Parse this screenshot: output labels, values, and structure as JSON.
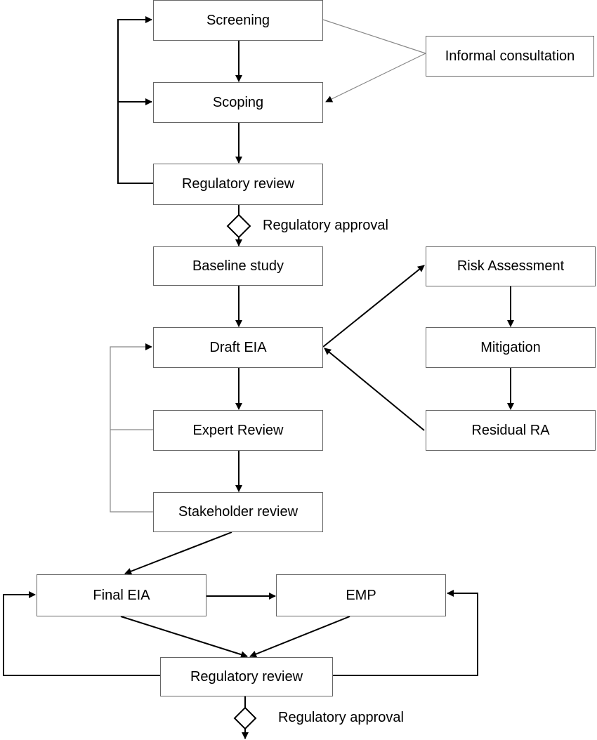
{
  "nodes": {
    "screening": "Screening",
    "scoping": "Scoping",
    "regulatory_review_1": "Regulatory review",
    "informal_consultation": "Informal consultation",
    "regulatory_approval_1": "Regulatory approval",
    "baseline_study": "Baseline study",
    "draft_eia": "Draft EIA",
    "expert_review": "Expert Review",
    "stakeholder_review": "Stakeholder review",
    "risk_assessment": "Risk Assessment",
    "mitigation": "Mitigation",
    "residual_ra": "Residual RA",
    "final_eia": "Final EIA",
    "emp": "EMP",
    "regulatory_review_2": "Regulatory review",
    "regulatory_approval_2": "Regulatory approval"
  },
  "edges": [
    {
      "from": "screening",
      "to": "scoping"
    },
    {
      "from": "scoping",
      "to": "regulatory_review_1"
    },
    {
      "from": "regulatory_review_1",
      "to": "screening"
    },
    {
      "from": "regulatory_review_1",
      "to": "scoping"
    },
    {
      "from": "screening",
      "to": "informal_consultation"
    },
    {
      "from": "informal_consultation",
      "to": "scoping"
    },
    {
      "from": "regulatory_review_1",
      "to": "regulatory_approval_1"
    },
    {
      "from": "regulatory_approval_1",
      "to": "baseline_study"
    },
    {
      "from": "baseline_study",
      "to": "draft_eia"
    },
    {
      "from": "draft_eia",
      "to": "risk_assessment"
    },
    {
      "from": "risk_assessment",
      "to": "mitigation"
    },
    {
      "from": "mitigation",
      "to": "residual_ra"
    },
    {
      "from": "residual_ra",
      "to": "draft_eia"
    },
    {
      "from": "draft_eia",
      "to": "expert_review"
    },
    {
      "from": "expert_review",
      "to": "stakeholder_review"
    },
    {
      "from": "expert_review",
      "to": "draft_eia"
    },
    {
      "from": "stakeholder_review",
      "to": "draft_eia"
    },
    {
      "from": "stakeholder_review",
      "to": "final_eia"
    },
    {
      "from": "final_eia",
      "to": "emp"
    },
    {
      "from": "final_eia",
      "to": "regulatory_review_2"
    },
    {
      "from": "emp",
      "to": "regulatory_review_2"
    },
    {
      "from": "regulatory_review_2",
      "to": "final_eia"
    },
    {
      "from": "regulatory_review_2",
      "to": "emp"
    },
    {
      "from": "regulatory_review_2",
      "to": "regulatory_approval_2"
    }
  ],
  "colors": {
    "line": "#000000",
    "thin_line": "#888888",
    "box_border": "#666666"
  }
}
